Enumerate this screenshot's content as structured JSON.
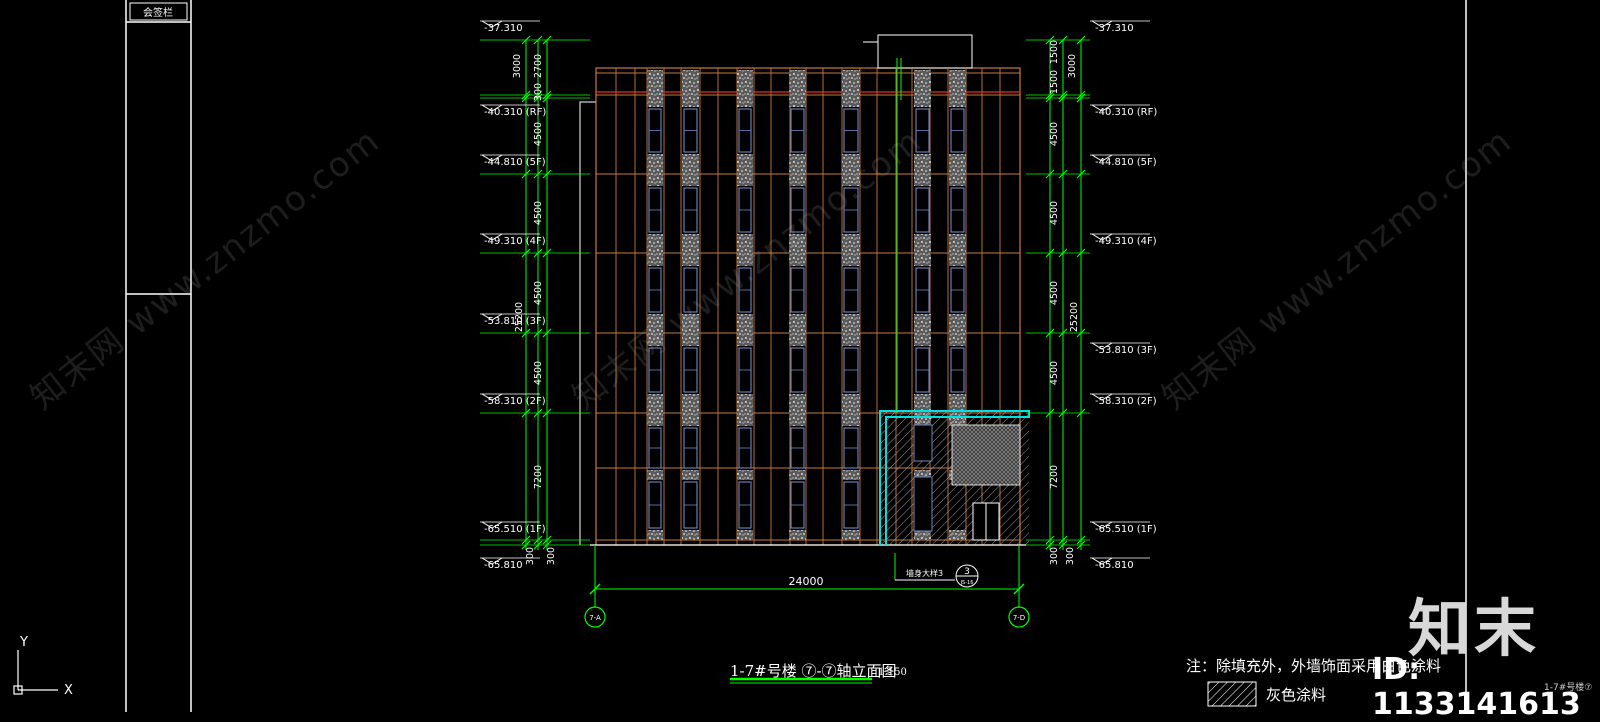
{
  "colors": {
    "background": "#000000",
    "dimension": "#00ff00",
    "frame_orange": "#c87a3a",
    "floor_red": "#e03030",
    "window_blue": "#6f86c8",
    "cyan": "#00e0e0",
    "white": "#ffffff"
  },
  "sidebar": {
    "vertical_label": "会签栏"
  },
  "elevations_left": [
    {
      "label": "-37.310"
    },
    {
      "label": "-40.310 (RF)"
    },
    {
      "label": "-44.810 (5F)"
    },
    {
      "label": "-49.310 (4F)"
    },
    {
      "label": "-53.810 (3F)"
    },
    {
      "label": "-58.310 (2F)"
    },
    {
      "label": "-65.510 (1F)"
    },
    {
      "label": "-65.810"
    }
  ],
  "elevations_right": [
    {
      "label": "-37.310"
    },
    {
      "label": "-40.310 (RF)"
    },
    {
      "label": "-44.810 (5F)"
    },
    {
      "label": "-49.310 (4F)"
    },
    {
      "label": "-53.810 (3F)"
    },
    {
      "label": "-58.310 (2F)"
    },
    {
      "label": "-65.510 (1F)"
    },
    {
      "label": "-65.810"
    }
  ],
  "dims_left_outer": [
    "3000",
    "4500",
    "4500",
    "4500",
    "4500",
    "7200",
    "300"
  ],
  "dims_left_inner": [
    "2700",
    "300",
    "25200",
    "300"
  ],
  "dims_right_outer": [
    "1500",
    "1500",
    "4500",
    "4500",
    "4500",
    "4500",
    "7200",
    "300"
  ],
  "dims_right_inner": [
    "3000",
    "25200",
    "300"
  ],
  "overall_width": "24000",
  "axis_left": "7-A",
  "axis_right": "7-D",
  "detail_callout": {
    "text": "墙身大样3",
    "number": "3",
    "sheet": "JS-16"
  },
  "drawing_title": {
    "text": "1-7#号楼 ⑦-⑦轴立面图",
    "scale": "1:150"
  },
  "note": "注：除填充外，外墙饰面采用白色涂料",
  "legend": {
    "label": "灰色涂料"
  },
  "watermark": "知末网 www.znzmo.com",
  "brand": "知末",
  "id_text": "ID: 1133141613",
  "corner_text": "1-7#号楼⑦",
  "ucs": {
    "x": "X",
    "y": "Y"
  }
}
